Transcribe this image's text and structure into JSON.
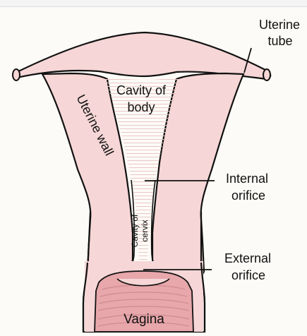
{
  "diagram": {
    "labels": {
      "uterine_tube_line1": "Uterine",
      "uterine_tube_line2": "tube",
      "cavity_body_line1": "Cavity of",
      "cavity_body_line2": "body",
      "uterine_wall": "Uterine wall",
      "internal_orifice_line1": "Internal",
      "internal_orifice_line2": "orifice",
      "cavity_cervix_line1": "Cavity of",
      "cavity_cervix_line2": "cervix",
      "external_orifice_line1": "External",
      "external_orifice_line2": "orifice",
      "vagina": "Vagina"
    },
    "colors": {
      "background": "#fdfbf7",
      "tissue_fill": "#f6d6d6",
      "tissue_outline": "#111111",
      "cavity_fill": "#fbe9e6",
      "vagina_fill": "#e7a7ab",
      "vagina_rugae": "#d18b90",
      "leader_line": "#111111"
    }
  }
}
